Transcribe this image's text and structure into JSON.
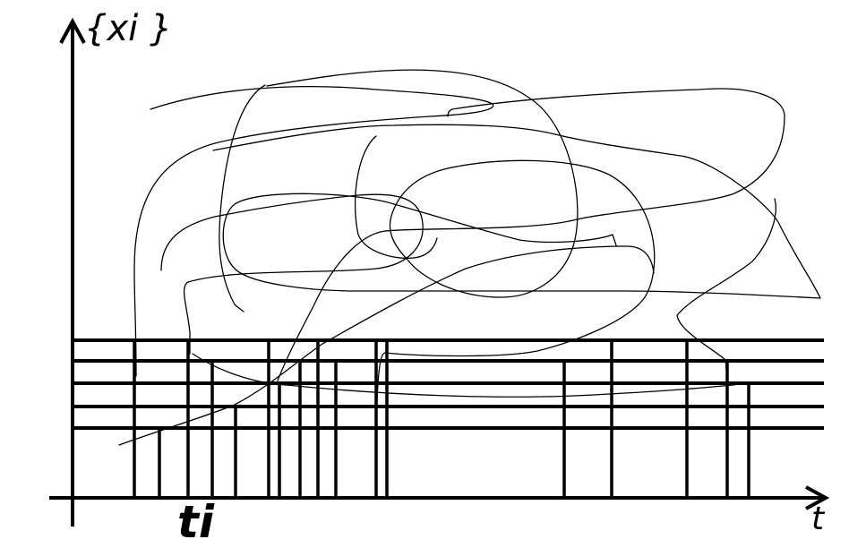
{
  "labels": {
    "y_axis": "{xi }",
    "x_axis": "t",
    "sample_time": "ti"
  },
  "colors": {
    "ink": "#000000",
    "background": "#ffffff"
  }
}
